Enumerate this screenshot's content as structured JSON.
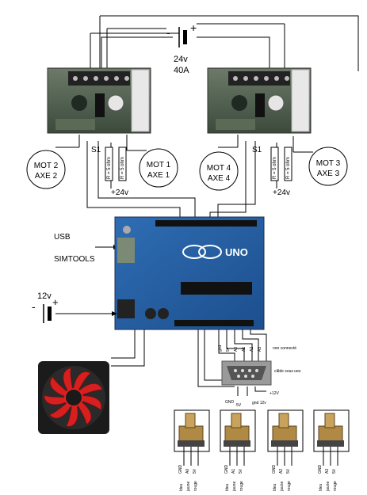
{
  "power_supply": {
    "voltage": "24v",
    "current": "40A",
    "plus": "+",
    "minus": "-"
  },
  "drivers": [
    {
      "relay_s1": "S1",
      "resistor_a": "R = 5 ohm",
      "resistor_b": "R = 5 ohm",
      "supply": "+24v"
    },
    {
      "relay_s1": "S1",
      "resistor_a": "R = 5 ohm",
      "resistor_b": "R = 5 ohm",
      "supply": "+24v"
    }
  ],
  "motors": [
    {
      "line1": "MOT 2",
      "line2": "AXE 2"
    },
    {
      "line1": "MOT 1",
      "line2": "AXE 1"
    },
    {
      "line1": "MOT 4",
      "line2": "AXE 4"
    },
    {
      "line1": "MOT 3",
      "line2": "AXE 3"
    }
  ],
  "labels": {
    "usb": "USB",
    "simtools": "SIMTOOLS"
  },
  "arduino": {
    "logo": "UNO"
  },
  "aux_supply": {
    "voltage": "12v",
    "plus": "+",
    "minus": "-"
  },
  "db9": {
    "not_connected": "non connecté",
    "cable_note": "câble sous ues",
    "plus12": "+12V",
    "gnd_label": "GND",
    "five_v": "5V",
    "gnd12": "gnd 12v",
    "pins": [
      "gnd",
      "5v",
      "A0",
      "A1",
      "A2",
      "A3"
    ]
  },
  "pots": [
    {
      "pins": [
        "GND",
        "A0",
        "5V"
      ],
      "wires": [
        "bleu",
        "jaune",
        "rouge"
      ]
    },
    {
      "pins": [
        "GND",
        "A1",
        "5V"
      ],
      "wires": [
        "bleu",
        "jaune",
        "rouge"
      ]
    },
    {
      "pins": [
        "GND",
        "A2",
        "5V"
      ],
      "wires": [
        "bleu",
        "jaune",
        "rouge"
      ]
    },
    {
      "pins": [
        "GND",
        "A3",
        "5V"
      ],
      "wires": [
        "bleu",
        "jaune",
        "rouge"
      ]
    }
  ]
}
